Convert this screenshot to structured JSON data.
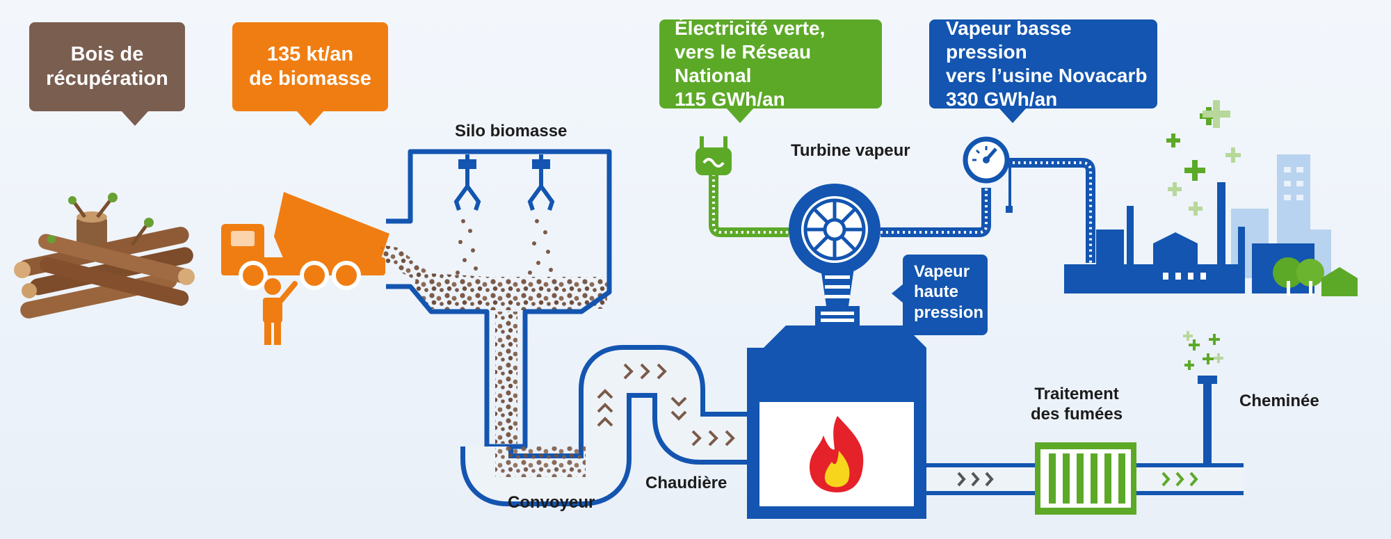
{
  "callouts": {
    "bois": [
      "Bois de",
      "récupération"
    ],
    "biomasse": [
      "135 kt/an",
      "de biomasse"
    ],
    "electricite": [
      "Électricité verte,",
      "vers le Réseau National",
      "115 GWh/an"
    ],
    "vapeur_bp": [
      "Vapeur basse pression",
      "vers l’usine Novacarb",
      "330 GWh/an"
    ],
    "vapeur_hp": [
      "Vapeur",
      "haute",
      "pression"
    ]
  },
  "labels": {
    "silo": "Silo biomasse",
    "turbine": "Turbine vapeur",
    "convoyeur": "Convoyeur",
    "chaudiere": "Chaudière",
    "traitement": [
      "Traitement",
      "des fumées"
    ],
    "cheminee": "Cheminée"
  },
  "colors": {
    "blue": "#1355b0",
    "green": "#5ca928",
    "orange": "#f07d11",
    "brown": "#7a5e50",
    "pellet": "#7b5a48",
    "flame_red": "#e5212a",
    "flame_yellow": "#f7d51d"
  },
  "icons": [
    "wood-logs-icon",
    "dump-truck-icon",
    "worker-icon",
    "grabber-claw-icon",
    "flame-icon",
    "plug-icon",
    "pressure-gauge-icon",
    "turbine-wheel-icon",
    "factory-icon",
    "tree-icon",
    "filter-icon",
    "chimney-icon"
  ]
}
